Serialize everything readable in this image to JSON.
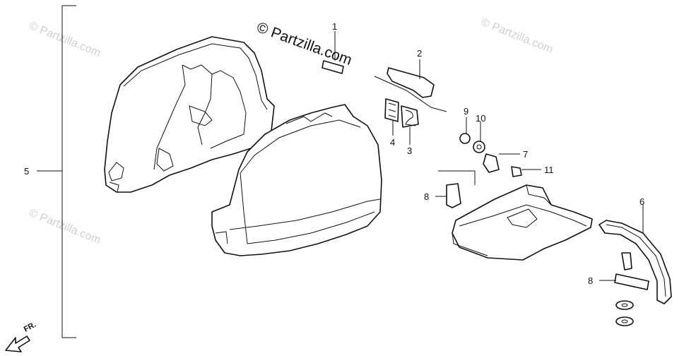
{
  "copyright": "© Partzilla.com",
  "watermark": "© Partzilla.com",
  "direction_label": "FR.",
  "callouts": {
    "p1": "1",
    "p2": "2",
    "p3": "3",
    "p4": "4",
    "p5": "5",
    "p6": "6",
    "p7": "7",
    "p8a": "8",
    "p8b": "8",
    "p9": "9",
    "p10": "10",
    "p11": "11"
  }
}
